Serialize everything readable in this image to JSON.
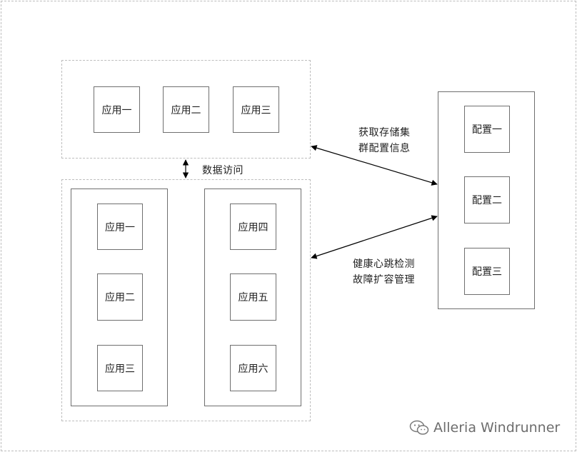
{
  "app_group_top": {
    "nodes": [
      "应用一",
      "应用二",
      "应用三"
    ]
  },
  "app_group_left": {
    "nodes": [
      "应用一",
      "应用二",
      "应用三"
    ]
  },
  "app_group_right": {
    "nodes": [
      "应用四",
      "应用五",
      "应用六"
    ]
  },
  "config_group": {
    "nodes": [
      "配置一",
      "配置二",
      "配置三"
    ]
  },
  "labels": {
    "data_access": "数据访问",
    "fetch_config_line1": "获取存储集",
    "fetch_config_line2": "群配置信息",
    "health_line1": "健康心跳检测",
    "health_line2": "故障扩容管理"
  },
  "watermark": {
    "text": "Alleria Windrunner",
    "icon": "wechat-icon"
  },
  "colors": {
    "border": "#6f6f6f",
    "dashed": "#bdbdbd",
    "arrow": "#000000"
  }
}
